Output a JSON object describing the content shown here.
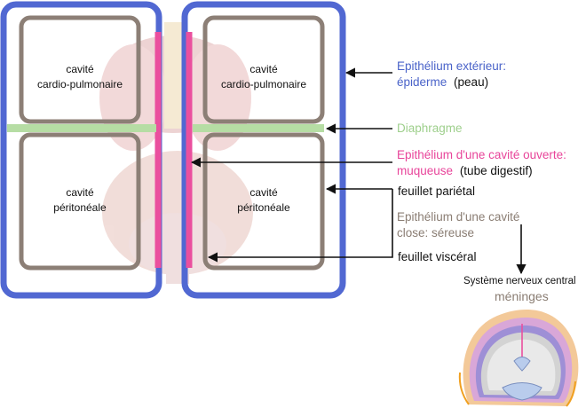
{
  "colors": {
    "epiderme": "#5168d2",
    "cavity_wall": "#8c7f76",
    "diaphragm": "#b6dda4",
    "mucosa": "#ea4f9e",
    "arrow": "#111111"
  },
  "cavities": {
    "left_top": [
      "cavité",
      "cardio-pulmonaire"
    ],
    "left_bottom": [
      "cavité",
      "péritonéale"
    ],
    "right_top": [
      "cavité",
      "cardio-pulmonaire"
    ],
    "right_bottom": [
      "cavité",
      "péritonéale"
    ]
  },
  "labels": {
    "epithelium_ext_1": "Epithélium extérieur:",
    "epithelium_ext_2": "épiderme",
    "peau": "(peau)",
    "diaphragme": "Diaphragme",
    "cavite_ouverte_1": "Epithélium d'une cavité ouverte:",
    "cavite_ouverte_2": "muqueuse",
    "tube_digestif": "(tube digestif)",
    "feuillet_parietal": "feuillet pariétal",
    "cavite_close_1": "Epithélium d'une cavité",
    "cavite_close_2": "close: séreuse",
    "feuillet_visceral": "feuillet viscéral",
    "systeme_nerveux": "Système nerveux central",
    "meninges": "méninges"
  }
}
